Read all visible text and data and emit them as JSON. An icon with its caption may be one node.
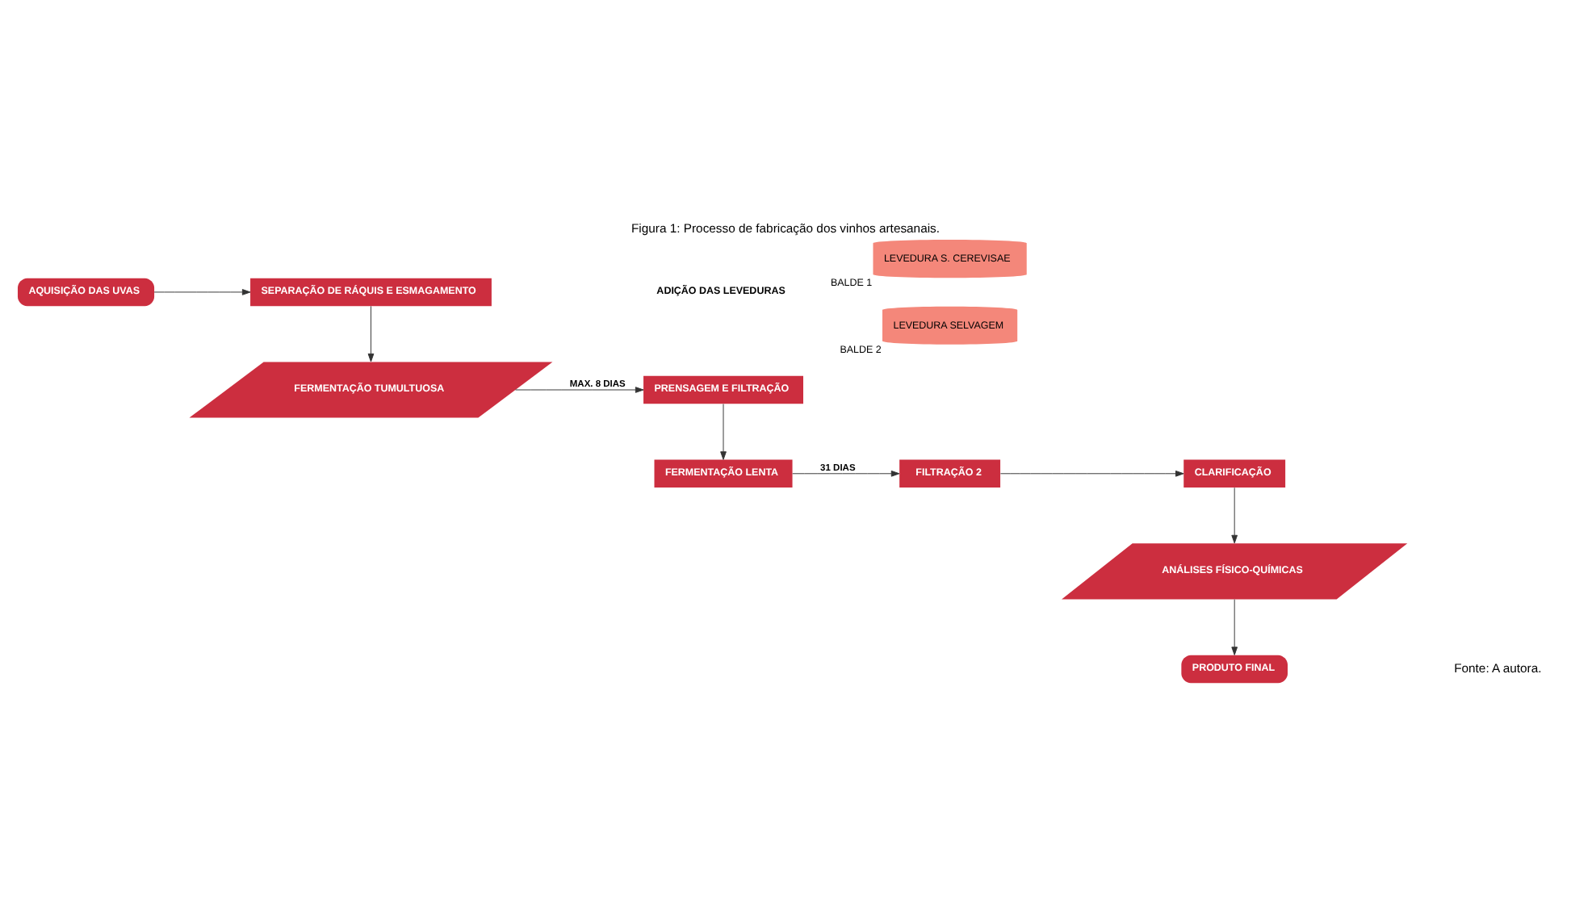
{
  "diagram": {
    "title": "Figura 1: Processo de fabricação dos vinhos artesanais.",
    "caption": "Fonte: A autora.",
    "nodes": [
      {
        "text": [
          "AQUISIÇÃO DAS UVAS"
        ]
      },
      {
        "text": [
          "SEPARAÇÃO DE RÁQUIS E ESMAGAMENTO"
        ]
      },
      {
        "text": [
          "PRENSAGEM E FILTRAÇÃO"
        ]
      },
      {
        "text": [
          "CLARIFICAÇÃO"
        ]
      },
      {
        "text": [
          "FILTRAÇÃO 2"
        ]
      },
      {
        "text": [
          "LEVEDURA S. CEREVISAE"
        ],
        "beside": [
          "BALDE 1"
        ]
      },
      {
        "text": [
          "LEVEDURA SELVAGEM"
        ],
        "beside": [
          "BALDE 2"
        ]
      },
      {
        "text": [
          "ANÁLISES FÍSICO-QUÍMICAS"
        ]
      },
      {
        "text": [
          "FERMENTAÇÃO LENTA"
        ]
      },
      {
        "text": [
          "FERMENTAÇÃO TUMULTUOSA"
        ]
      },
      {
        "text": [
          "PRODUTO FINAL"
        ]
      }
    ],
    "edges": [
      {
        "from": 0,
        "to": 1,
        "arrow": "to"
      },
      {
        "from": 1,
        "to": 9,
        "arrow": "to"
      },
      {
        "from": 9,
        "to": 2,
        "arrow": "to",
        "label": "MAX. 8 DIAS"
      },
      {
        "from": 2,
        "to": 8,
        "arrow": "to"
      },
      {
        "from": 8,
        "to": 4,
        "arrow": "to",
        "label": "31 DIAS"
      },
      {
        "from": 4,
        "to": 3,
        "arrow": "to"
      },
      {
        "from": 3,
        "to": 7,
        "arrow": "to"
      },
      {
        "from": 7,
        "to": 10,
        "arrow": "to"
      }
    ],
    "labels": [
      "ADIÇÃO DAS LEVEDURAS"
    ]
  }
}
